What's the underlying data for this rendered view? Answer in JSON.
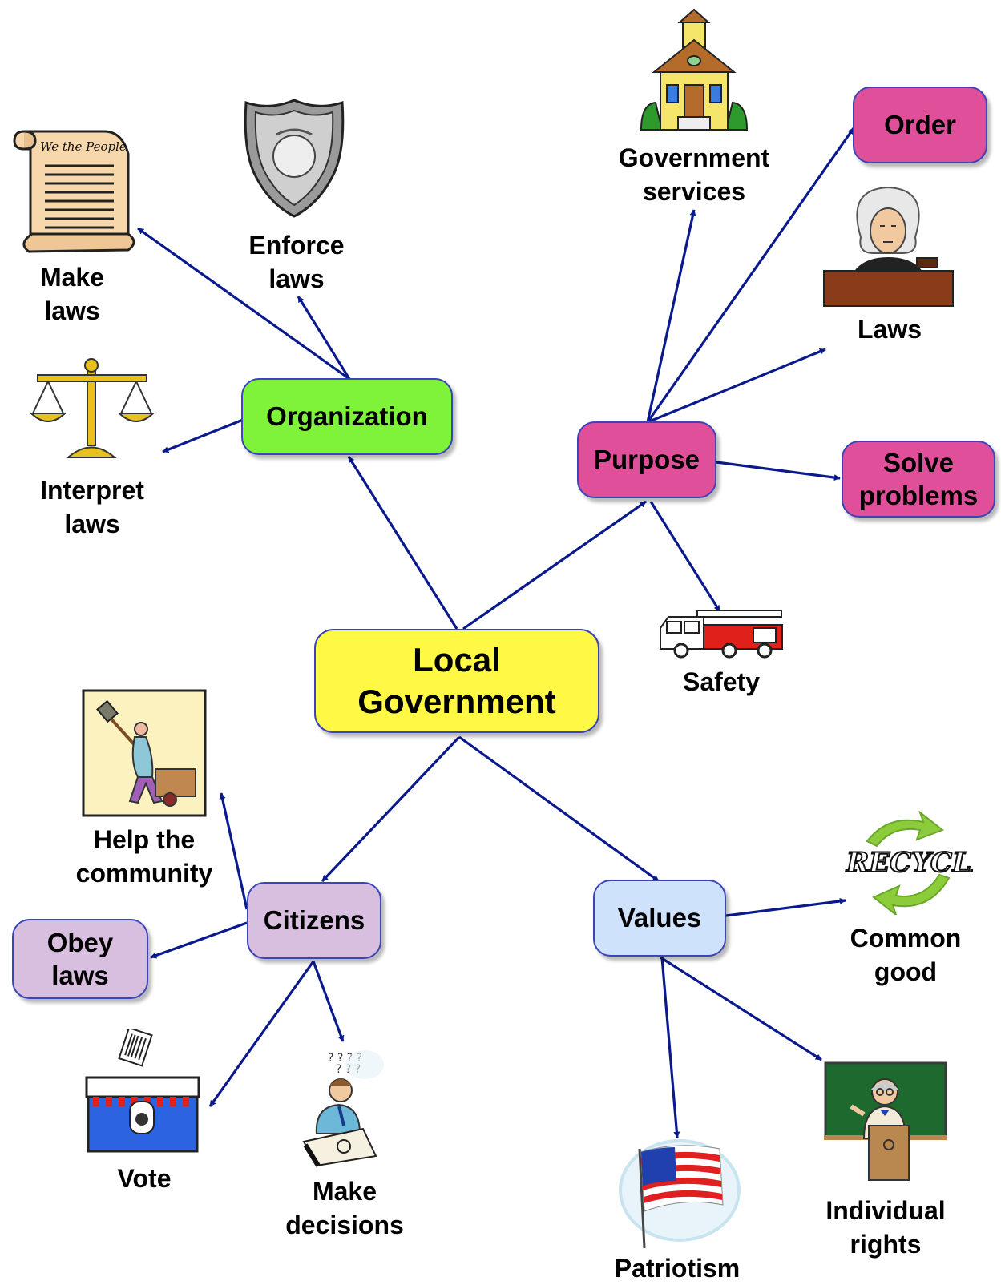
{
  "nodes": {
    "center": "Local\nGovernment",
    "organization": "Organization",
    "purpose": "Purpose",
    "citizens": "Citizens",
    "values": "Values",
    "order": "Order",
    "solve_problems": "Solve\nproblems",
    "obey_laws": "Obey\nlaws"
  },
  "labels": {
    "make_laws": "Make\nlaws",
    "enforce_laws": "Enforce\nlaws",
    "interpret_laws": "Interpret\nlaws",
    "government_services": "Government\nservices",
    "laws": "Laws",
    "safety": "Safety",
    "help_community": "Help the\ncommunity",
    "vote": "Vote",
    "make_decisions": "Make\ndecisions",
    "common_good": "Common\ngood",
    "individual_rights": "Individual\nrights",
    "patriotism": "Patriotism"
  },
  "images": {
    "scroll": "document-scroll-icon",
    "badge": "police-badge-icon",
    "scales": "scales-of-justice-icon",
    "building": "schoolhouse-icon",
    "judge": "judge-icon",
    "firetruck": "fire-truck-icon",
    "worker": "community-worker-icon",
    "ballot": "ballot-box-icon",
    "thinker": "thinking-person-icon",
    "recycle": "recycle-icon",
    "flag": "american-flag-icon",
    "teacher": "teacher-icon",
    "recycle_word": "RECYCLE"
  },
  "colors": {
    "edge": "#0a1a8c",
    "center": "#fff844",
    "organization": "#7ff23a",
    "purpose": "#e0509a",
    "citizens": "#d8bfe0",
    "values": "#cfe2fc",
    "node_border": "#3b44b8"
  }
}
